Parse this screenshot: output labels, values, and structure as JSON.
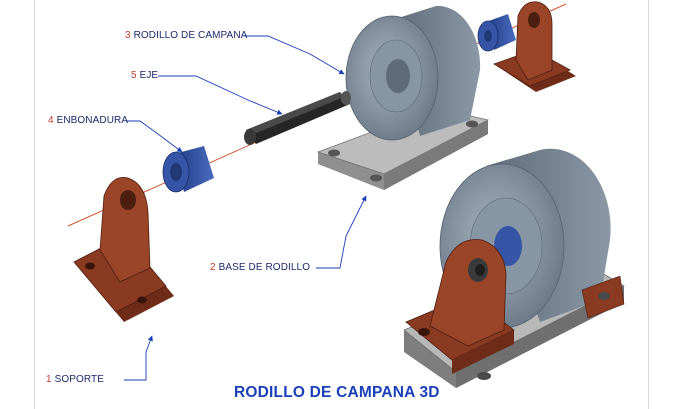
{
  "callouts": {
    "soporte": {
      "number": "1",
      "label": "SOPORTE"
    },
    "base": {
      "number": "2",
      "label": "BASE DE RODILLO"
    },
    "rodillo": {
      "number": "3",
      "label": "RODILLO DE CAMPANA"
    },
    "enbonadura": {
      "number": "4",
      "label": "ENBONADURA"
    },
    "eje": {
      "number": "5",
      "label": "EJE"
    }
  },
  "title": "RODILLO DE CAMPANA 3D",
  "colors": {
    "support": "#8b3a22",
    "roller": "#7d8c9a",
    "base": "#a8a8a8",
    "bushing": "#2f4f9e",
    "shaft": "#2b2b2b",
    "axis_line": "#d2552e",
    "leader": "#1a3fb8",
    "title": "#1a3fb8",
    "callout_number": "#c0392b",
    "callout_text": "#1a2a6c"
  }
}
